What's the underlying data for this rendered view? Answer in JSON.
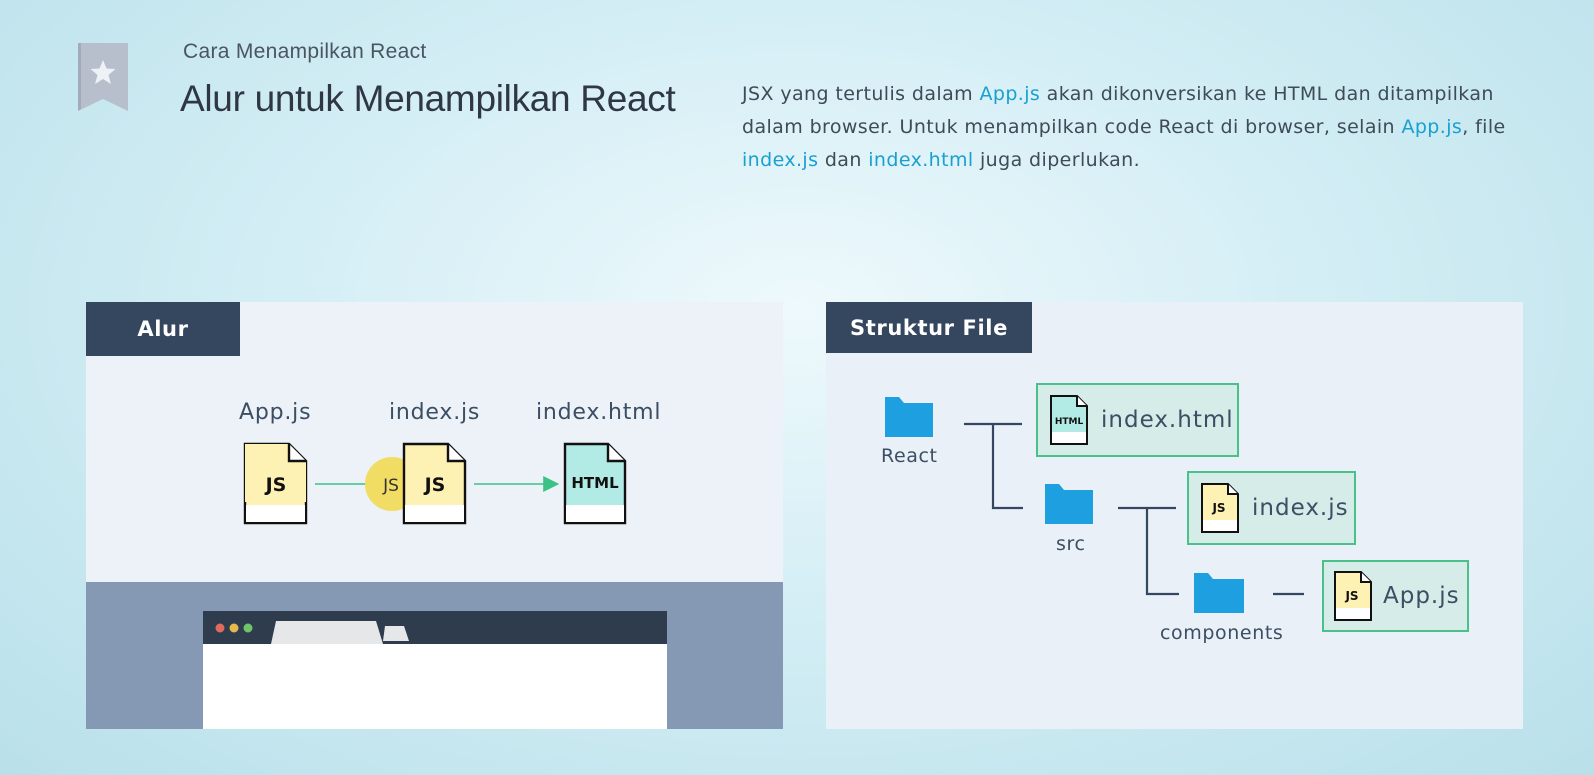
{
  "header": {
    "subtitle": "Cara Menampilkan React",
    "title": "Alur untuk Menampilkan React",
    "bookmark_icon": "star-bookmark-icon"
  },
  "description": {
    "parts": [
      {
        "text": "JSX yang tertulis dalam ",
        "highlight": false
      },
      {
        "text": "App.js",
        "highlight": true
      },
      {
        "text": " akan dikonversikan ke HTML dan ditampilkan dalam browser. Untuk menampilkan code React di browser, selain ",
        "highlight": false
      },
      {
        "text": "App.js",
        "highlight": true
      },
      {
        "text": ", file ",
        "highlight": false
      },
      {
        "text": "index.js",
        "highlight": true
      },
      {
        "text": " dan ",
        "highlight": false
      },
      {
        "text": "index.html",
        "highlight": true
      },
      {
        "text": " juga diperlukan.",
        "highlight": false
      }
    ]
  },
  "flow_panel": {
    "heading": "Alur",
    "steps": [
      {
        "label": "App.js",
        "badge": "JS"
      },
      {
        "label": "index.js",
        "badge": "JS",
        "bubble": "JS"
      },
      {
        "label": "index.html",
        "badge": "HTML"
      }
    ]
  },
  "structure_panel": {
    "heading": "Struktur File",
    "folders": [
      "React",
      "src",
      "components"
    ],
    "files": [
      {
        "name": "index.html",
        "badge": "HTML"
      },
      {
        "name": "index.js",
        "badge": "JS"
      },
      {
        "name": "App.js",
        "badge": "JS"
      }
    ]
  },
  "colors": {
    "accent": "#1aa0d0",
    "header_bg": "#34475f",
    "js_fill": "#fdf2b4",
    "html_fill": "#b2ebe6",
    "folder": "#1e9fe0",
    "arrow": "#3cc186",
    "box_border": "#4cc08a"
  }
}
